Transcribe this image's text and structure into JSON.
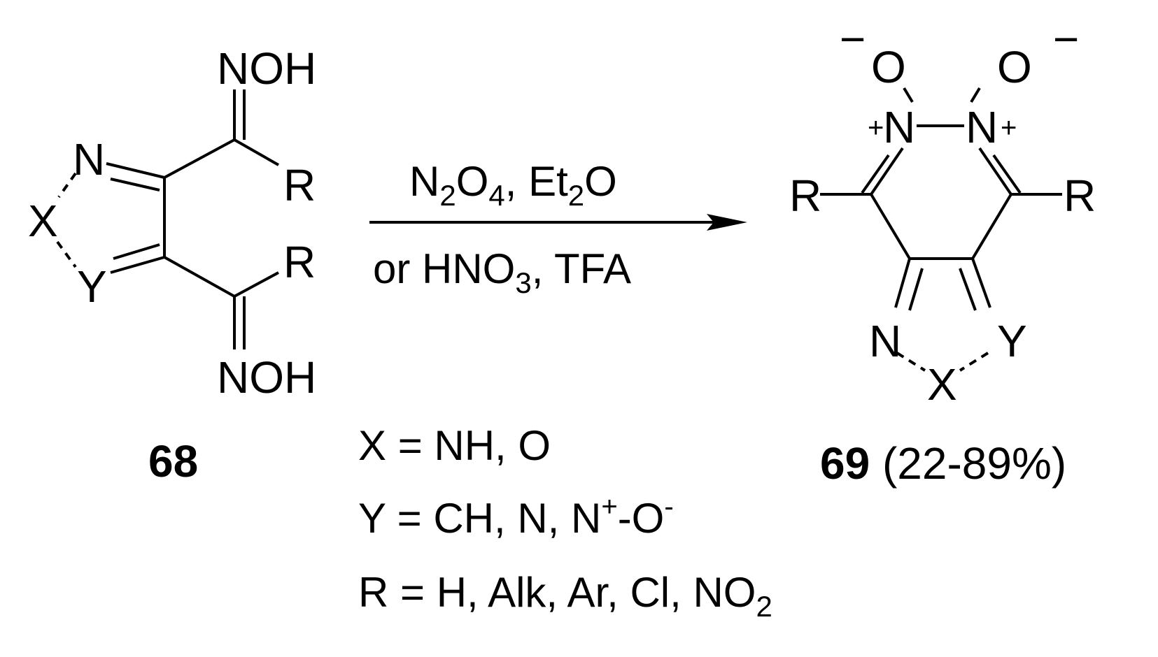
{
  "reactant": {
    "compound_number": "68",
    "atoms": {
      "N_ring": "N",
      "X": "X",
      "Y": "Y",
      "oxime_top": "NOH",
      "oxime_bottom": "NOH",
      "R_top": "R",
      "R_bottom": "R"
    }
  },
  "conditions": {
    "line1": {
      "p1": "N",
      "s1": "2",
      "p2": "O",
      "s2": "4",
      "p3": ", Et",
      "s3": "2",
      "p4": "O"
    },
    "line2": {
      "p1": "or HNO",
      "s1": "3",
      "p2": ", TFA"
    }
  },
  "product": {
    "compound_number": "69",
    "yield": " (22-89%)",
    "atoms": {
      "N_left": "N",
      "N_right": "N",
      "O_left": "O",
      "O_right": "O",
      "minus": "−",
      "plus": "+",
      "R_left": "R",
      "R_right": "R",
      "N_ring": "N",
      "X": "X",
      "Y": "Y"
    }
  },
  "definitions": {
    "x_line": "X = NH, O",
    "y_line": {
      "main": "Y = CH, N, N",
      "sup1": "+",
      "mid": "-O",
      "sup2": "-"
    },
    "r_line": {
      "main": "R = H, Alk, Ar, Cl, NO",
      "sub": "2"
    }
  }
}
